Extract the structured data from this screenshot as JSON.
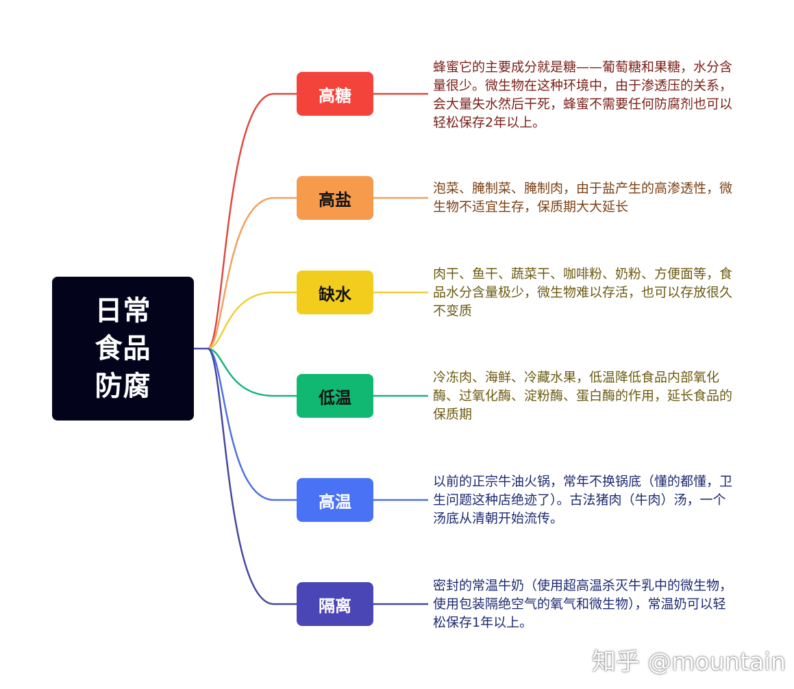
{
  "root": {
    "lines": [
      "日常",
      "食品",
      "防腐"
    ]
  },
  "branches": [
    {
      "label": "高糖",
      "color": "#f4433b",
      "text_color": "#ffffff",
      "line_color": "#e0473d",
      "desc_color": "#7a1e16",
      "desc": "蜂蜜它的主要成分就是糖——葡萄糖和果糖，水分含量很少。微生物在这种环境中，由于渗透压的关系，会大量失水然后干死，蜂蜜不需要任何防腐剂也可以轻松保存2年以上。"
    },
    {
      "label": "高盐",
      "color": "#f69a4b",
      "text_color": "#111111",
      "line_color": "#f0a060",
      "desc_color": "#7a3f12",
      "desc": "泡菜、腌制菜、腌制肉，由于盐产生的高渗透性，微生物不适宜生存，保质期大大延长"
    },
    {
      "label": "缺水",
      "color": "#f2cd1e",
      "text_color": "#111111",
      "line_color": "#eecf35",
      "desc_color": "#6b5a10",
      "desc": "肉干、鱼干、蔬菜干、咖啡粉、奶粉、方便面等，食品水分含量极少，微生物难以存活，也可以存放很久不变质"
    },
    {
      "label": "低温",
      "color": "#10b872",
      "text_color": "#111111",
      "line_color": "#19b27a",
      "desc_color": "#6b5a10",
      "desc": "冷冻肉、海鲜、冷藏水果，低温降低食品内部氧化酶、过氧化酶、淀粉酶、蛋白酶的作用，延长食品的保质期"
    },
    {
      "label": "高温",
      "color": "#4a72f5",
      "text_color": "#ffffff",
      "line_color": "#4d70e0",
      "desc_color": "#1c2a70",
      "desc": "以前的正宗牛油火锅，常年不换锅底（懂的都懂，卫生问题这种店绝迹了）。古法猪肉（牛肉）汤，一个汤底从清朝开始流传。"
    },
    {
      "label": "隔离",
      "color": "#4b46b5",
      "text_color": "#ffffff",
      "line_color": "#46469e",
      "desc_color": "#1c2a70",
      "desc": "密封的常温牛奶（使用超高温杀灭牛乳中的微生物，使用包装隔绝空气的氧气和微生物），常温奶可以轻松保存1年以上。"
    }
  ],
  "watermark": "知乎 @mountain"
}
